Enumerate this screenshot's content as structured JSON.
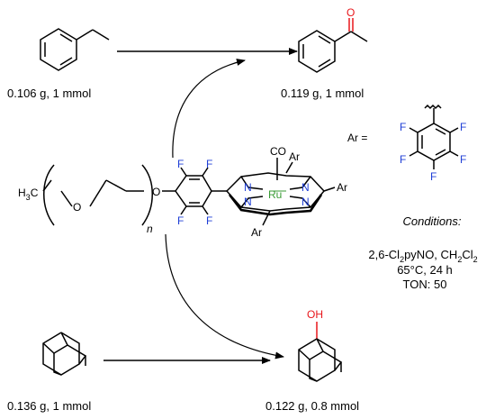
{
  "reaction_top": {
    "substrate_amount": "0.106 g, 1 mmol",
    "product_amount": "0.119 g, 1 mmol",
    "product_atom": "O"
  },
  "reaction_bottom": {
    "substrate_amount": "0.136 g, 1 mmol",
    "product_amount": "0.122 g, 0.8 mmol",
    "product_atom": "OH"
  },
  "catalyst": {
    "chain_left": "H",
    "chain_sub": "3",
    "chain_c": "C",
    "chain_o": "O",
    "chain_repeat": "n",
    "linker_o": "O",
    "fluorine": "F",
    "nitrogen": "N",
    "metal": "Ru",
    "axial_ligand": "CO",
    "aryl": "Ar"
  },
  "ar_definition": {
    "label": "Ar =",
    "fluorine": "F"
  },
  "conditions": {
    "heading": "Conditions:",
    "line1_a": "2,6-Cl",
    "line1_sub_a": "2",
    "line1_b": "pyNO, CH",
    "line1_sub_b": "2",
    "line1_c": "Cl",
    "line1_sub_c": "2",
    "line2": "65°C, 24 h",
    "line3": "TON: 50"
  },
  "colors": {
    "oxygen": "#e8161b",
    "fluorine": "#1f3fd6",
    "ruthenium": "#3a9b35",
    "nitrogen": "#1f3fd6",
    "bond": "#000000"
  }
}
